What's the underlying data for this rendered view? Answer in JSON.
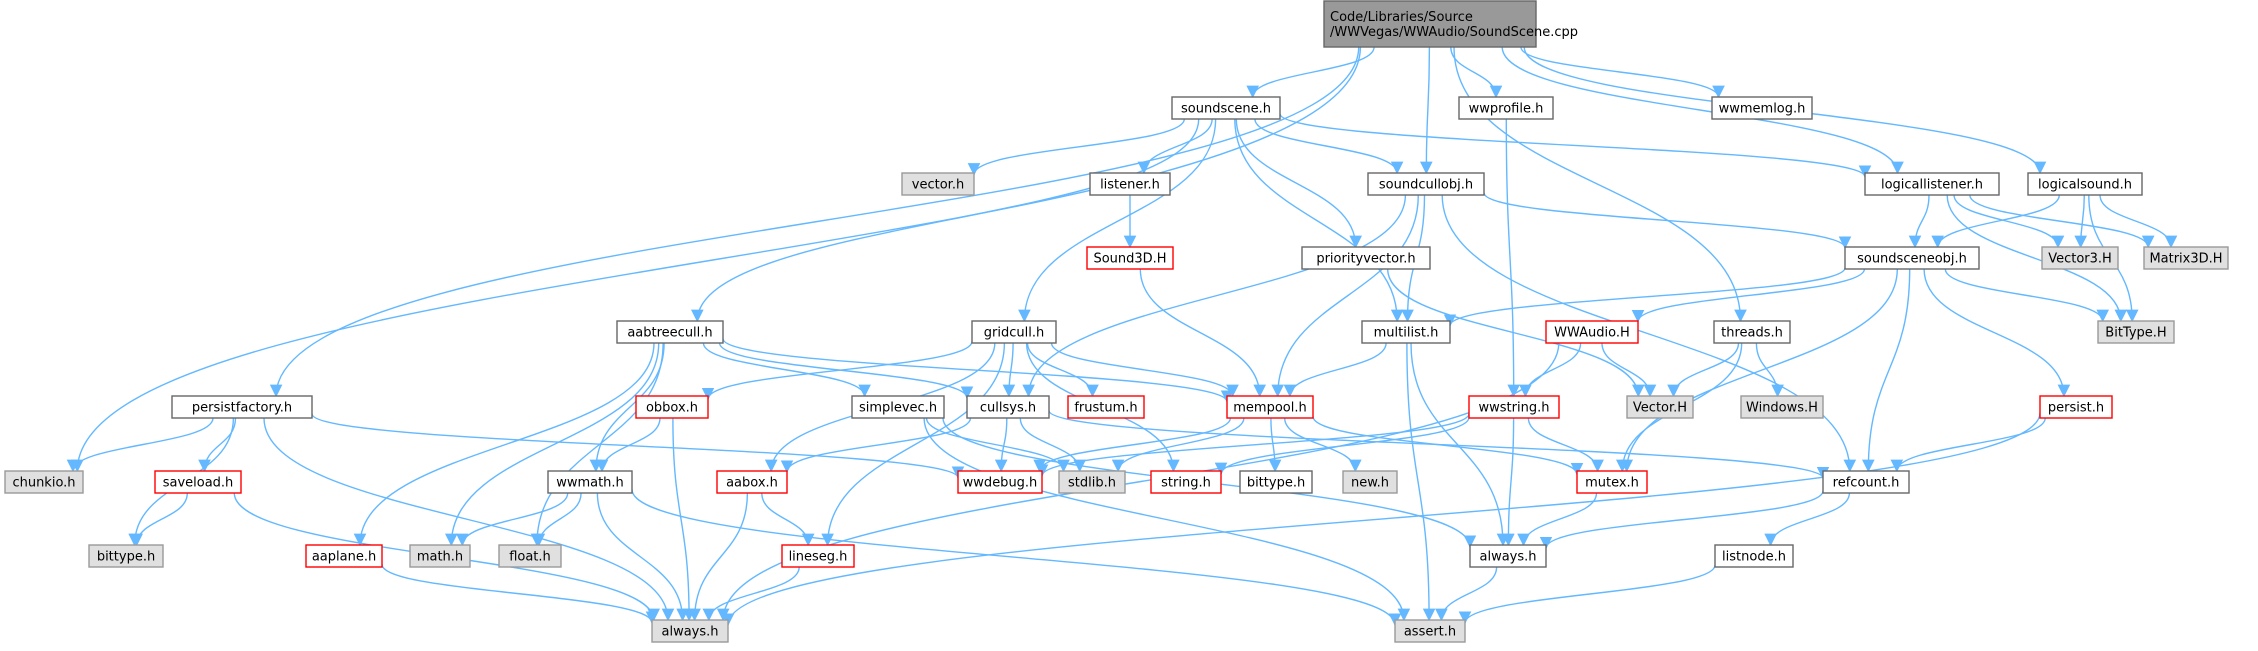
{
  "colors": {
    "root_fill": "#999999",
    "normal_fill": "#ffffff",
    "normal_border": "#666666",
    "missing_border": "#ff0000",
    "system_fill": "#e0e0e0",
    "system_border": "#999999",
    "edge": "#63b8ff"
  },
  "nodes": [
    {
      "id": "root",
      "lines": [
        "Code/Libraries/Source",
        "/WWVegas/WWAudio/SoundScene.cpp"
      ],
      "kind": "root"
    },
    {
      "id": "soundscene_h",
      "lines": [
        "soundscene.h"
      ],
      "kind": "normal"
    },
    {
      "id": "wwprofile_h",
      "lines": [
        "wwprofile.h"
      ],
      "kind": "normal"
    },
    {
      "id": "wwmemlog_h",
      "lines": [
        "wwmemlog.h"
      ],
      "kind": "normal"
    },
    {
      "id": "vector_h",
      "lines": [
        "vector.h"
      ],
      "kind": "system"
    },
    {
      "id": "listener_h",
      "lines": [
        "listener.h"
      ],
      "kind": "normal"
    },
    {
      "id": "soundcullobj_h",
      "lines": [
        "soundcullobj.h"
      ],
      "kind": "normal"
    },
    {
      "id": "logicallistener_h",
      "lines": [
        "logicallistener.h"
      ],
      "kind": "normal"
    },
    {
      "id": "logicalsound_h",
      "lines": [
        "logicalsound.h"
      ],
      "kind": "normal"
    },
    {
      "id": "sound3d_h",
      "lines": [
        "Sound3D.H"
      ],
      "kind": "missing"
    },
    {
      "id": "priorityvector_h",
      "lines": [
        "priorityvector.h"
      ],
      "kind": "normal"
    },
    {
      "id": "soundsceneobj_h",
      "lines": [
        "soundsceneobj.h"
      ],
      "kind": "normal"
    },
    {
      "id": "vector3_h",
      "lines": [
        "Vector3.H"
      ],
      "kind": "system"
    },
    {
      "id": "matrix3d_h",
      "lines": [
        "Matrix3D.H"
      ],
      "kind": "system"
    },
    {
      "id": "aabtreecull_h",
      "lines": [
        "aabtreecull.h"
      ],
      "kind": "normal"
    },
    {
      "id": "gridcull_h",
      "lines": [
        "gridcull.h"
      ],
      "kind": "normal"
    },
    {
      "id": "multilist_h",
      "lines": [
        "multilist.h"
      ],
      "kind": "normal"
    },
    {
      "id": "wwaudio_h",
      "lines": [
        "WWAudio.H"
      ],
      "kind": "missing"
    },
    {
      "id": "threads_h",
      "lines": [
        "threads.h"
      ],
      "kind": "normal"
    },
    {
      "id": "bittype_H",
      "lines": [
        "BitType.H"
      ],
      "kind": "system"
    },
    {
      "id": "persistfactory_h",
      "lines": [
        "persistfactory.h"
      ],
      "kind": "normal"
    },
    {
      "id": "obbox_h",
      "lines": [
        "obbox.h"
      ],
      "kind": "missing"
    },
    {
      "id": "simplevec_h",
      "lines": [
        "simplevec.h"
      ],
      "kind": "normal"
    },
    {
      "id": "cullsys_h",
      "lines": [
        "cullsys.h"
      ],
      "kind": "normal"
    },
    {
      "id": "frustum_h",
      "lines": [
        "frustum.h"
      ],
      "kind": "missing"
    },
    {
      "id": "mempool_h",
      "lines": [
        "mempool.h"
      ],
      "kind": "missing"
    },
    {
      "id": "wwstring_h",
      "lines": [
        "wwstring.h"
      ],
      "kind": "missing"
    },
    {
      "id": "vectorH_h",
      "lines": [
        "Vector.H"
      ],
      "kind": "system"
    },
    {
      "id": "windows_h",
      "lines": [
        "Windows.H"
      ],
      "kind": "system"
    },
    {
      "id": "persist_h",
      "lines": [
        "persist.h"
      ],
      "kind": "missing"
    },
    {
      "id": "chunkio_h",
      "lines": [
        "chunkio.h"
      ],
      "kind": "system"
    },
    {
      "id": "saveload_h",
      "lines": [
        "saveload.h"
      ],
      "kind": "missing"
    },
    {
      "id": "wwmath_h",
      "lines": [
        "wwmath.h"
      ],
      "kind": "normal"
    },
    {
      "id": "aabox_h",
      "lines": [
        "aabox.h"
      ],
      "kind": "missing"
    },
    {
      "id": "wwdebug_h",
      "lines": [
        "wwdebug.h"
      ],
      "kind": "missing"
    },
    {
      "id": "stdlib_h",
      "lines": [
        "stdlib.h"
      ],
      "kind": "system"
    },
    {
      "id": "string_h",
      "lines": [
        "string.h"
      ],
      "kind": "missing"
    },
    {
      "id": "bittype_h2",
      "lines": [
        "bittype.h"
      ],
      "kind": "normal"
    },
    {
      "id": "new_h",
      "lines": [
        "new.h"
      ],
      "kind": "system"
    },
    {
      "id": "mutex_h",
      "lines": [
        "mutex.h"
      ],
      "kind": "missing"
    },
    {
      "id": "refcount_h",
      "lines": [
        "refcount.h"
      ],
      "kind": "normal"
    },
    {
      "id": "bittype_lower",
      "lines": [
        "bittype.h"
      ],
      "kind": "system"
    },
    {
      "id": "aaplane_h",
      "lines": [
        "aaplane.h"
      ],
      "kind": "missing"
    },
    {
      "id": "math_h",
      "lines": [
        "math.h"
      ],
      "kind": "system"
    },
    {
      "id": "float_h",
      "lines": [
        "float.h"
      ],
      "kind": "system"
    },
    {
      "id": "lineseg_h",
      "lines": [
        "lineseg.h"
      ],
      "kind": "missing"
    },
    {
      "id": "always_h_mid",
      "lines": [
        "always.h"
      ],
      "kind": "normal"
    },
    {
      "id": "listnode_h",
      "lines": [
        "listnode.h"
      ],
      "kind": "normal"
    },
    {
      "id": "always_h_bot",
      "lines": [
        "always.h"
      ],
      "kind": "system"
    },
    {
      "id": "assert_h",
      "lines": [
        "assert.h"
      ],
      "kind": "system"
    }
  ],
  "edges": [
    [
      "root",
      "soundscene_h"
    ],
    [
      "root",
      "wwprofile_h"
    ],
    [
      "root",
      "wwmemlog_h"
    ],
    [
      "root",
      "soundcullobj_h"
    ],
    [
      "root",
      "logicallistener_h"
    ],
    [
      "root",
      "logicalsound_h"
    ],
    [
      "root",
      "threads_h"
    ],
    [
      "root",
      "persistfactory_h"
    ],
    [
      "root",
      "chunkio_h"
    ],
    [
      "soundscene_h",
      "vector_h"
    ],
    [
      "soundscene_h",
      "listener_h"
    ],
    [
      "soundscene_h",
      "soundcullobj_h"
    ],
    [
      "soundscene_h",
      "logicallistener_h"
    ],
    [
      "soundscene_h",
      "priorityvector_h"
    ],
    [
      "soundscene_h",
      "multilist_h"
    ],
    [
      "soundscene_h",
      "aabtreecull_h"
    ],
    [
      "soundscene_h",
      "gridcull_h"
    ],
    [
      "listener_h",
      "sound3d_h"
    ],
    [
      "sound3d_h",
      "mempool_h"
    ],
    [
      "wwprofile_h",
      "wwstring_h"
    ],
    [
      "soundcullobj_h",
      "soundsceneobj_h"
    ],
    [
      "soundcullobj_h",
      "multilist_h"
    ],
    [
      "soundcullobj_h",
      "mempool_h"
    ],
    [
      "soundcullobj_h",
      "cullsys_h"
    ],
    [
      "soundcullobj_h",
      "refcount_h"
    ],
    [
      "logicallistener_h",
      "soundsceneobj_h"
    ],
    [
      "logicallistener_h",
      "vector3_h"
    ],
    [
      "logicallistener_h",
      "matrix3d_h"
    ],
    [
      "logicallistener_h",
      "bittype_H"
    ],
    [
      "logicalsound_h",
      "soundsceneobj_h"
    ],
    [
      "logicalsound_h",
      "vector3_h"
    ],
    [
      "logicalsound_h",
      "matrix3d_h"
    ],
    [
      "logicalsound_h",
      "bittype_H"
    ],
    [
      "priorityvector_h",
      "vectorH_h"
    ],
    [
      "soundsceneobj_h",
      "multilist_h"
    ],
    [
      "soundsceneobj_h",
      "wwaudio_h"
    ],
    [
      "soundsceneobj_h",
      "bittype_H"
    ],
    [
      "soundsceneobj_h",
      "persist_h"
    ],
    [
      "soundsceneobj_h",
      "refcount_h"
    ],
    [
      "soundsceneobj_h",
      "mutex_h"
    ],
    [
      "multilist_h",
      "mempool_h"
    ],
    [
      "multilist_h",
      "always_h_mid"
    ],
    [
      "multilist_h",
      "assert_h"
    ],
    [
      "wwaudio_h",
      "wwstring_h"
    ],
    [
      "wwaudio_h",
      "vectorH_h"
    ],
    [
      "wwaudio_h",
      "always_h_bot"
    ],
    [
      "threads_h",
      "vectorH_h"
    ],
    [
      "threads_h",
      "windows_h"
    ],
    [
      "threads_h",
      "mutex_h"
    ],
    [
      "aabtreecull_h",
      "mempool_h"
    ],
    [
      "aabtreecull_h",
      "cullsys_h"
    ],
    [
      "aabtreecull_h",
      "simplevec_h"
    ],
    [
      "aabtreecull_h",
      "wwmath_h"
    ],
    [
      "aabtreecull_h",
      "aaplane_h"
    ],
    [
      "aabtreecull_h",
      "math_h"
    ],
    [
      "aabtreecull_h",
      "float_h"
    ],
    [
      "gridcull_h",
      "obbox_h"
    ],
    [
      "gridcull_h",
      "cullsys_h"
    ],
    [
      "gridcull_h",
      "frustum_h"
    ],
    [
      "gridcull_h",
      "mempool_h"
    ],
    [
      "gridcull_h",
      "aabox_h"
    ],
    [
      "gridcull_h",
      "lineseg_h"
    ],
    [
      "gridcull_h",
      "string_h"
    ],
    [
      "persistfactory_h",
      "chunkio_h"
    ],
    [
      "persistfactory_h",
      "bittype_lower"
    ],
    [
      "persistfactory_h",
      "saveload_h"
    ],
    [
      "persistfactory_h",
      "wwdebug_h"
    ],
    [
      "persistfactory_h",
      "always_h_bot"
    ],
    [
      "obbox_h",
      "wwmath_h"
    ],
    [
      "obbox_h",
      "always_h_bot"
    ],
    [
      "simplevec_h",
      "stdlib_h"
    ],
    [
      "simplevec_h",
      "always_h_mid"
    ],
    [
      "simplevec_h",
      "assert_h"
    ],
    [
      "cullsys_h",
      "aabox_h"
    ],
    [
      "cullsys_h",
      "wwdebug_h"
    ],
    [
      "cullsys_h",
      "stdlib_h"
    ],
    [
      "cullsys_h",
      "refcount_h"
    ],
    [
      "mempool_h",
      "wwdebug_h"
    ],
    [
      "mempool_h",
      "stdlib_h"
    ],
    [
      "mempool_h",
      "bittype_h2"
    ],
    [
      "mempool_h",
      "new_h"
    ],
    [
      "mempool_h",
      "mutex_h"
    ],
    [
      "wwstring_h",
      "string_h"
    ],
    [
      "wwstring_h",
      "wwdebug_h"
    ],
    [
      "wwstring_h",
      "mutex_h"
    ],
    [
      "wwstring_h",
      "always_h_mid"
    ],
    [
      "persist_h",
      "refcount_h"
    ],
    [
      "persist_h",
      "always_h_bot"
    ],
    [
      "saveload_h",
      "bittype_lower"
    ],
    [
      "saveload_h",
      "always_h_bot"
    ],
    [
      "wwmath_h",
      "math_h"
    ],
    [
      "wwmath_h",
      "float_h"
    ],
    [
      "wwmath_h",
      "always_h_bot"
    ],
    [
      "wwmath_h",
      "assert_h"
    ],
    [
      "aabox_h",
      "lineseg_h"
    ],
    [
      "aabox_h",
      "always_h_bot"
    ],
    [
      "mutex_h",
      "always_h_mid"
    ],
    [
      "refcount_h",
      "always_h_mid"
    ],
    [
      "refcount_h",
      "listnode_h"
    ],
    [
      "aaplane_h",
      "always_h_bot"
    ],
    [
      "lineseg_h",
      "always_h_bot"
    ],
    [
      "always_h_mid",
      "assert_h"
    ],
    [
      "listnode_h",
      "assert_h"
    ]
  ]
}
